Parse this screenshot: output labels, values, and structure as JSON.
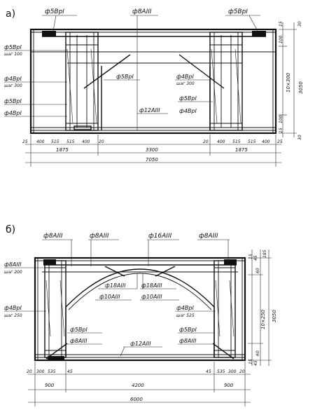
{
  "figure_a": {
    "mark": "а)",
    "top_labels": [
      "ф5ВрI",
      "ф8АIII",
      "ф5ВрI"
    ],
    "left_labels": {
      "l1a": "ф5ВрI",
      "l1b": "шаг 100",
      "l2a": "ф4ВрI",
      "l2b": "шаг 300",
      "l3": "ф5ВрI",
      "l4": "ф4ВрI"
    },
    "inner_labels": {
      "center": "ф5ВрI",
      "right_a": "ф4ВрI",
      "right_b": "шаг 300",
      "bottom_center": "ф12АIII",
      "right_low1": "ф5ВрI",
      "right_low2": "ф4ВрI"
    },
    "right_dims": [
      "15",
      "30",
      "100",
      "10×300",
      "3050",
      "100",
      "15",
      "30"
    ],
    "bottom_dims_row1": [
      "25",
      "400",
      "515",
      "515",
      "400",
      "20",
      "20",
      "400",
      "515",
      "515",
      "400",
      "25"
    ],
    "bottom_dims_row2": [
      "1875",
      "3300",
      "1875"
    ],
    "total": "7050"
  },
  "figure_b": {
    "mark": "б)",
    "top_labels": [
      "ф8АIII",
      "ф8АIII",
      "ф16АIII",
      "ф8АIII"
    ],
    "left_labels": {
      "l1a": "ф8АIII",
      "l1b": "шаг 200",
      "l2a": "ф4ВрI",
      "l2b": "шаг 250"
    },
    "inner_labels": {
      "arch_l1": "ф18АIII",
      "arch_l2": "ф10АIII",
      "arch_r1": "ф18АIII",
      "arch_r2": "ф10АIII",
      "right_a": "ф4ВрI",
      "right_b": "шаг 525",
      "low_l1": "ф5ВрI",
      "low_l2": "ф8АIII",
      "bottom_center": "ф12АIII",
      "low_r1": "ф5ВрI",
      "low_r2": "ф8АIII"
    },
    "right_dims": [
      "15",
      "45",
      "185",
      "60",
      "10×250",
      "3050",
      "60",
      "15",
      "45"
    ],
    "bottom_dims_row1": [
      "20",
      "300",
      "535",
      "45",
      "45",
      "535",
      "300",
      "20"
    ],
    "bottom_dims_row2": [
      "900",
      "4200",
      "900"
    ],
    "total": "6000"
  }
}
